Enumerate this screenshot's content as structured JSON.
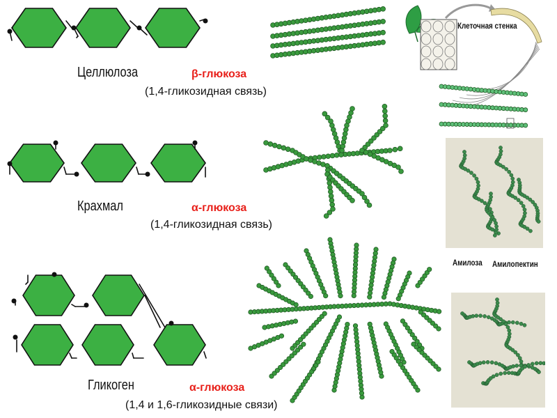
{
  "polysaccharides": [
    {
      "name": "Целлюлоза",
      "monomer": "β-глюкоза",
      "bond": "(1,4-гликозидная связь)"
    },
    {
      "name": "Крахмал",
      "monomer": "α-глюкоза",
      "bond": "(1,4-гликозидная связь)"
    },
    {
      "name": "Гликоген",
      "monomer": "α-глюкоза",
      "bond": "(1,4 и 1,6-гликозидные связи)"
    }
  ],
  "illustrations": {
    "cell_wall_label": "Клеточная стенка",
    "amylose_label": "Амилоза",
    "amylopectin_label": "Амилопектин"
  },
  "colors": {
    "hexagon_fill": "#3cb043",
    "bead_fill": "#3a9a3e",
    "accent_red": "#e8201a",
    "micrograph_bg": "#e4e1d3"
  }
}
